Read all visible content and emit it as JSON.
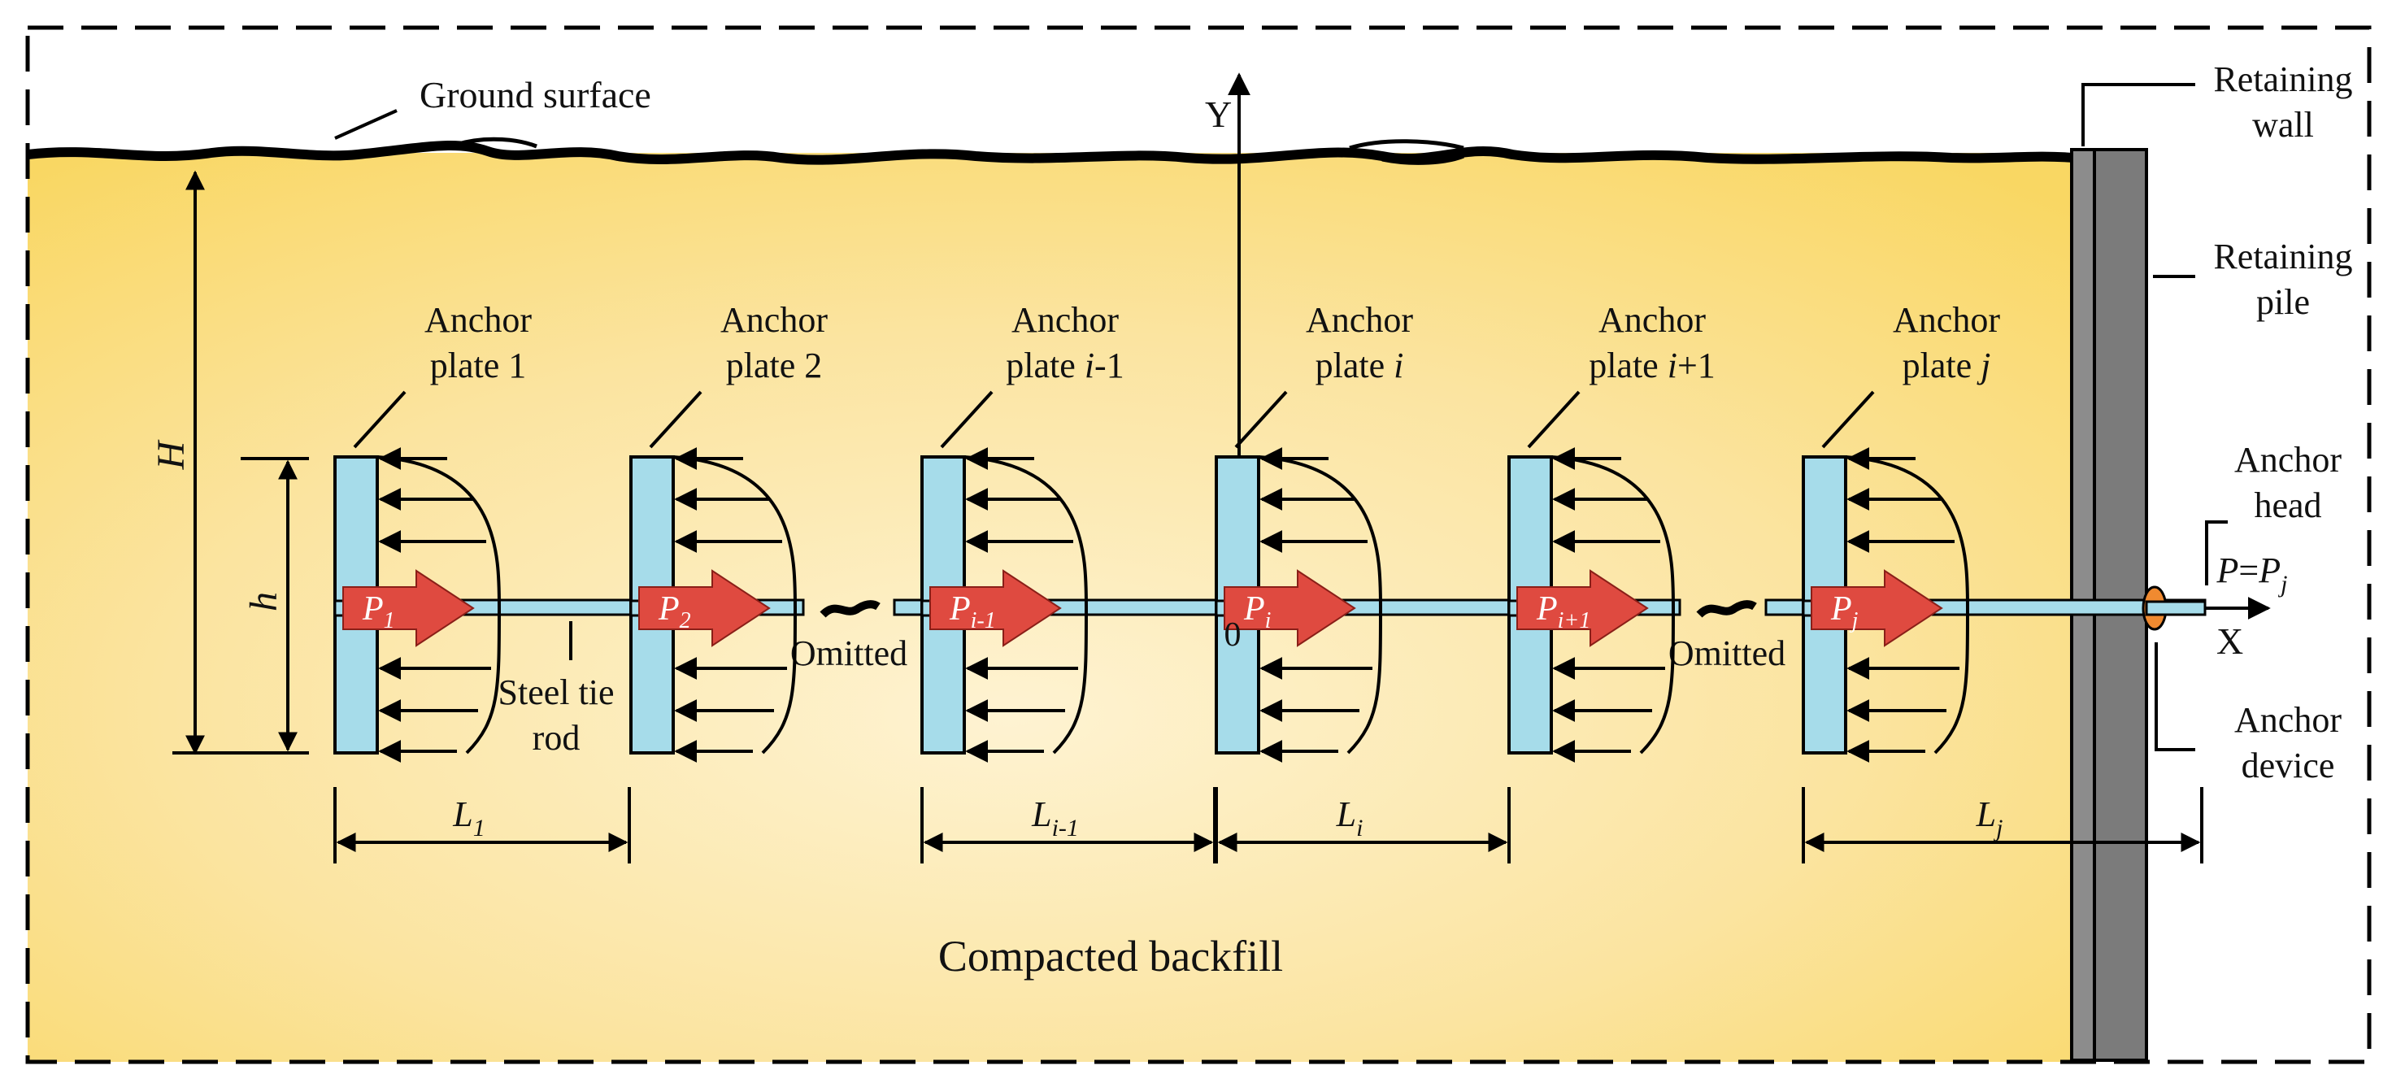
{
  "labels": {
    "ground_surface": "Ground surface",
    "retaining_wall_1": "Retaining",
    "retaining_wall_2": "wall",
    "retaining_pile_1": "Retaining",
    "retaining_pile_2": "pile",
    "anchor_head_1": "Anchor",
    "anchor_head_2": "head",
    "anchor_device_1": "Anchor",
    "anchor_device_2": "device",
    "steel_tie_rod_1": "Steel tie",
    "steel_tie_rod_2": "rod",
    "omitted": "Omitted",
    "compacted_backfill": "Compacted backfill",
    "axis_y": "Y",
    "axis_x": "X",
    "origin": "0",
    "dim_H": "H",
    "dim_h": "h",
    "force_P": "P",
    "force_eq": "=",
    "force_Pj": "P",
    "force_Pj_sub": "j"
  },
  "plates": [
    {
      "line1": "Anchor",
      "line2_a": "plate 1",
      "line2_b": "",
      "line2_c": "",
      "force_sub": "1"
    },
    {
      "line1": "Anchor",
      "line2_a": "plate 2",
      "line2_b": "",
      "line2_c": "",
      "force_sub": "2"
    },
    {
      "line1": "Anchor",
      "line2_a": "plate ",
      "line2_b": "i",
      "line2_c": "-1",
      "force_sub": "i-1"
    },
    {
      "line1": "Anchor",
      "line2_a": "plate ",
      "line2_b": "i",
      "line2_c": "",
      "force_sub": "i"
    },
    {
      "line1": "Anchor",
      "line2_a": "plate ",
      "line2_b": "i",
      "line2_c": "+1",
      "force_sub": "i+1"
    },
    {
      "line1": "Anchor",
      "line2_a": "plate ",
      "line2_b": "j",
      "line2_c": "",
      "force_sub": "j"
    }
  ],
  "force_letter": "P",
  "spacings": [
    {
      "main": "L",
      "sub": "1"
    },
    {
      "main": "L",
      "sub": "i-1"
    },
    {
      "main": "L",
      "sub": "i"
    },
    {
      "main": "L",
      "sub": "j"
    }
  ],
  "colors": {
    "soil_light": "#fef3d2",
    "soil_dark": "#f9d763",
    "plate": "#a6dcea",
    "rod": "#a6dcea",
    "force_arrow": "#df4a40",
    "wall_light": "#8c8c8c",
    "wall_dark": "#7b7b7b",
    "anchor_device": "#f08a30"
  }
}
